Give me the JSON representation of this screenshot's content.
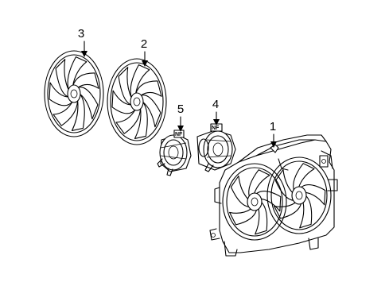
{
  "callouts": [
    {
      "id": "1",
      "label": "1"
    },
    {
      "id": "2",
      "label": "2"
    },
    {
      "id": "3",
      "label": "3"
    },
    {
      "id": "4",
      "label": "4"
    },
    {
      "id": "5",
      "label": "5"
    }
  ],
  "motor_tag": "NF",
  "colors": {
    "line": "#000000",
    "background": "#ffffff"
  }
}
